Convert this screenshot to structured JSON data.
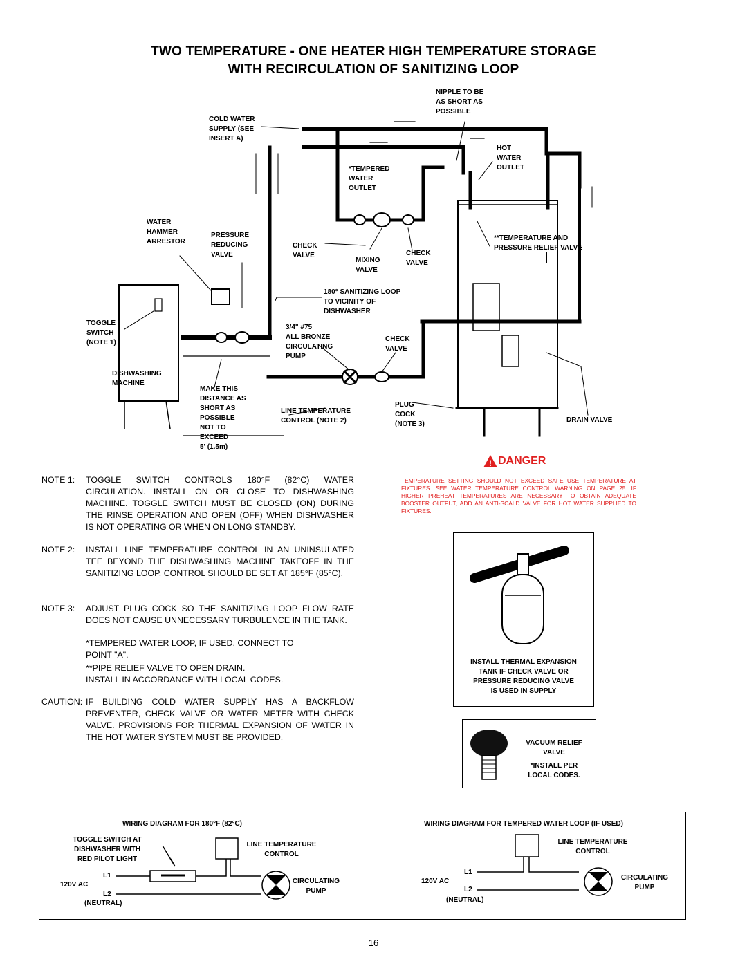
{
  "title": {
    "line1": "TWO TEMPERATURE - ONE HEATER HIGH TEMPERATURE STORAGE",
    "line2": "WITH RECIRCULATION OF SANITIZING LOOP"
  },
  "diagram_labels": {
    "nipple": "NIPPLE TO BE\nAS SHORT AS\nPOSSIBLE",
    "cold_water": "COLD WATER\nSUPPLY (SEE\nINSERT A)",
    "hot_water": "HOT\nWATER\nOUTLET",
    "tempered": "*TEMPERED\nWATER\nOUTLET",
    "water_hammer": "WATER\nHAMMER\nARRESTOR",
    "pressure_reducing": "PRESSURE\nREDUCING\nVALVE",
    "check_valve_left": "CHECK\nVALVE",
    "mixing_valve": "MIXING\nVALVE",
    "check_valve_mid": "CHECK\nVALVE",
    "temp_relief": "**TEMPERATURE AND\nPRESSURE RELIEF VALVE",
    "sanitizing_loop": "180° SANITIZING LOOP\nTO VICINITY OF\nDISHWASHER",
    "toggle_switch": "TOGGLE\nSWITCH\n(NOTE 1)",
    "pump": "3/4\" #75\nALL BRONZE\nCIRCULATING\nPUMP",
    "check_valve_low": "CHECK\nVALVE",
    "dishwashing": "DISHWASHING\nMACHINE",
    "make_distance": "MAKE THIS\nDISTANCE AS\nSHORT AS\nPOSSIBLE\nNOT TO\nEXCEED\n5' (1.5m)",
    "line_temp": "LINE TEMPERATURE\nCONTROL (NOTE 2)",
    "plug_cock": "PLUG\nCOCK\n(NOTE 3)",
    "drain_valve": "DRAIN VALVE"
  },
  "danger": {
    "label": "DANGER",
    "text": "TEMPERATURE SETTING SHOULD NOT EXCEED SAFE USE TEMPERATURE AT FIXTURES. SEE WATER TEMPERATURE CONTROL WARNING ON PAGE 25. IF HIGHER PREHEAT TEMPERATURES ARE NECESSARY TO OBTAIN ADEQUATE BOOSTER OUTPUT, ADD AN ANTI-SCALD VALVE FOR HOT WATER SUPPLIED TO FIXTURES.",
    "color": "#e02020"
  },
  "notes": [
    {
      "key": "NOTE 1:",
      "text": "TOGGLE SWITCH CONTROLS 180°F (82°C) WATER CIRCULATION. INSTALL ON OR CLOSE TO DISHWASHING MACHINE. TOGGLE SWITCH MUST BE CLOSED (ON) DURING THE RINSE OPERATION AND OPEN (OFF) WHEN DISHWASHER IS NOT OPERATING OR WHEN ON LONG STANDBY."
    },
    {
      "key": "NOTE 2:",
      "text": "INSTALL LINE TEMPERATURE CONTROL IN AN UNINSULATED TEE BEYOND THE DISHWASHING MACHINE TAKEOFF IN THE SANITIZING LOOP. CONTROL SHOULD BE SET AT 185°F (85°C)."
    },
    {
      "key": "NOTE 3:",
      "text": "ADJUST PLUG COCK SO THE SANITIZING LOOP FLOW RATE DOES NOT CAUSE UNNECESSARY TURBULENCE IN THE TANK."
    }
  ],
  "footnotes": {
    "tempered": "*TEMPERED WATER LOOP, IF USED, CONNECT TO\n  POINT \"A\".",
    "pipe": "**PIPE RELIEF VALVE TO OPEN DRAIN.\n  INSTALL IN ACCORDANCE WITH LOCAL CODES."
  },
  "caution": {
    "key": "CAUTION:",
    "text": "IF BUILDING COLD WATER SUPPLY HAS A BACKFLOW PREVENTER, CHECK VALVE OR WATER METER WITH CHECK VALVE. PROVISIONS FOR THERMAL EXPANSION OF WATER IN THE HOT WATER SYSTEM MUST BE PROVIDED."
  },
  "expansion_box": {
    "caption": "INSTALL THERMAL EXPANSION\nTANK IF CHECK VALVE OR\nPRESSURE REDUCING VALVE\nIS USED IN SUPPLY"
  },
  "vacuum_box": {
    "title": "VACUUM RELIEF\nVALVE",
    "note": "*INSTALL PER\nLOCAL CODES."
  },
  "wiring_left": {
    "title": "WIRING DIAGRAM FOR 180°F (82°C)",
    "toggle": "TOGGLE SWITCH AT\nDISHWASHER WITH\nRED PILOT LIGHT",
    "line_temp": "LINE TEMPERATURE\nCONTROL",
    "l1": "L1",
    "supply": "120V AC",
    "l2": "L2",
    "neutral": "(NEUTRAL)",
    "pump": "CIRCULATING\nPUMP"
  },
  "wiring_right": {
    "title": "WIRING DIAGRAM FOR TEMPERED WATER LOOP (IF USED)",
    "line_temp": "LINE TEMPERATURE\nCONTROL",
    "l1": "L1",
    "supply": "120V AC",
    "l2": "L2",
    "neutral": "(NEUTRAL)",
    "pump": "CIRCULATING\nPUMP"
  },
  "page_number": "16"
}
